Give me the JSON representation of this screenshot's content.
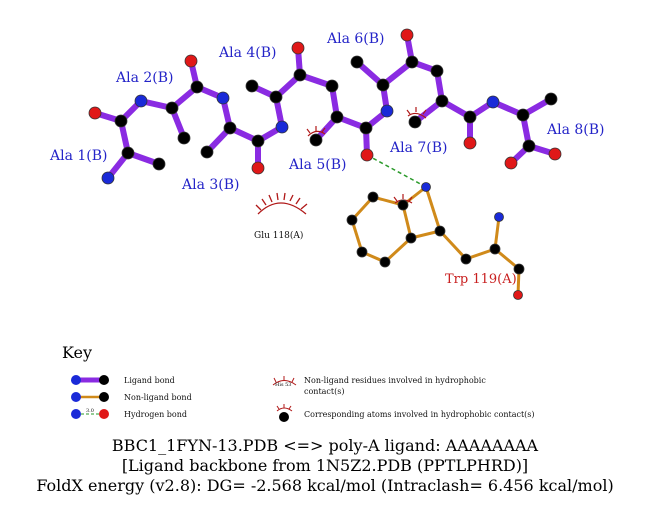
{
  "residues": {
    "ala1": "Ala 1(B)",
    "ala2": "Ala 2(B)",
    "ala3": "Ala 3(B)",
    "ala4": "Ala 4(B)",
    "ala5": "Ala 5(B)",
    "ala6": "Ala 6(B)",
    "ala7": "Ala 7(B)",
    "ala8": "Ala 8(B)",
    "trp": "Trp 119(A)",
    "glu": "Glu 118(A)"
  },
  "key": {
    "title": "Key",
    "ligand_bond": "Ligand bond",
    "nonligand_bond": "Non-ligand bond",
    "hbond": "Hydrogen bond",
    "hbond_distance": "3.0",
    "hydrophobic_residues_1": "Non-ligand residues involved in hydrophobic",
    "hydrophobic_residues_2": "contact(s)",
    "hydrophobic_example": "His 53",
    "hydrophobic_atoms": "Corresponding atoms involved in hydrophobic contact(s)"
  },
  "footer": {
    "line1": "BBC1_1FYN-13.PDB <=> poly-A ligand: AAAAAAAA",
    "line2": "[Ligand backbone from 1N5Z2.PDB (PPTLPHRD)]",
    "line3": "FoldX energy (v2.8): DG= -2.568 kcal/mol (Intraclash= 6.456 kcal/mol)"
  },
  "colors": {
    "ligand_bond": "#8a2be2",
    "nonligand_bond": "#d08a1a",
    "hbond": "#2a9a2a",
    "nitrogen": "#1a2ad8",
    "oxygen": "#e01818",
    "carbon": "#000000",
    "hydrophobic": "#b01818"
  }
}
